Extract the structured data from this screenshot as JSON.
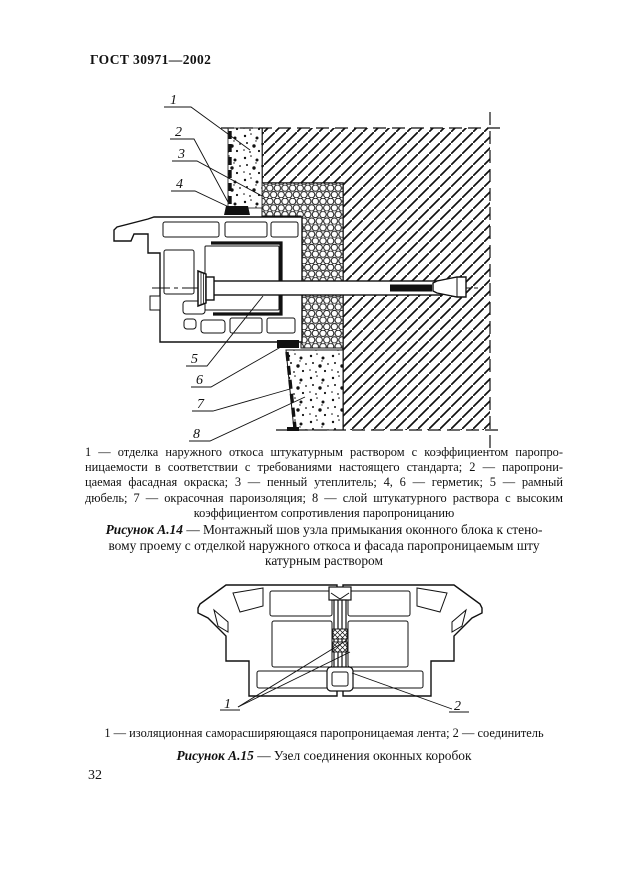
{
  "page": {
    "header": "ГОСТ 30971—2002",
    "page_number": "32"
  },
  "figure_a14": {
    "callouts": [
      "1",
      "2",
      "3",
      "4",
      "5",
      "6",
      "7",
      "8"
    ],
    "legend_lines": [
      "1 — отделка наружного откоса штукатурным раствором с коэффициентом паропро-",
      "ницаемости в соответствии с требованиями настоящего стандарта; 2 — паропрони-",
      "цаемая фасадная окраска; 3 — пенный утеплитель; 4, 6 — герметик; 5 — рамный",
      "дюбель; 7 — окрасочная пароизоляция; 8 — слой штукатурного раствора с высоким",
      "коэффициентом сопротивления паропроницанию"
    ],
    "caption_label": "Рисунок А.14",
    "caption_line1_rest": "— Монтажный шов узла примыкания оконного блока к стено-",
    "caption_line2": "вому проему с отделкой наружного откоса и фасада паропроницаемым шту",
    "caption_line3": "катурным раствором"
  },
  "figure_a15": {
    "callouts": [
      "1",
      "2"
    ],
    "legend": "1 — изоляционная саморасширяющаяся паропроницаемая лента; 2 — соединитель",
    "caption_label": "Рисунок А.15",
    "caption_rest": "— Узел соединения оконных коробок"
  }
}
